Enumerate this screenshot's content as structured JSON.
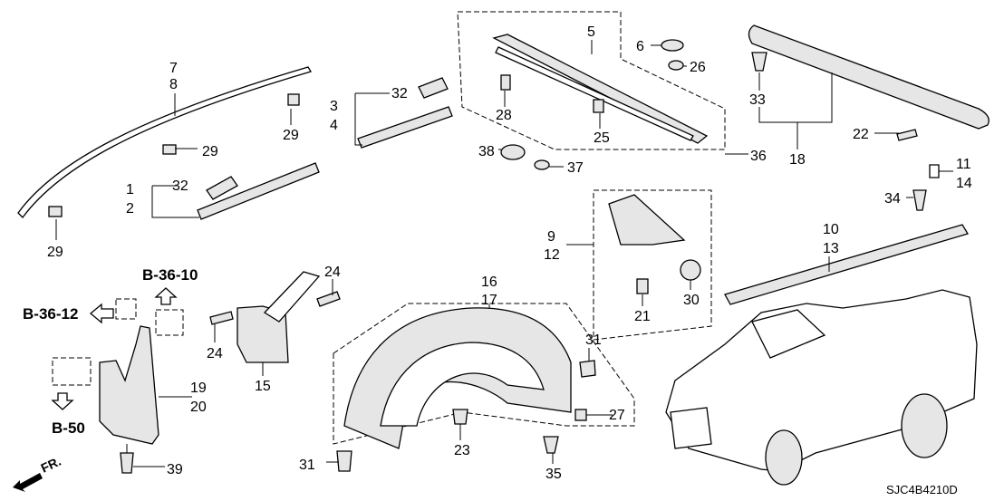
{
  "diagram": {
    "callouts": [
      "7",
      "8",
      "29",
      "29",
      "29",
      "32",
      "32",
      "3",
      "4",
      "1",
      "2",
      "5",
      "6",
      "26",
      "28",
      "25",
      "38",
      "37",
      "36",
      "33",
      "18",
      "22",
      "11",
      "14",
      "34",
      "10",
      "13",
      "9",
      "12",
      "21",
      "30",
      "16",
      "17",
      "24",
      "24",
      "15",
      "31",
      "31",
      "27",
      "23",
      "35",
      "19",
      "20",
      "39"
    ],
    "references": {
      "b3610": "B-36-10",
      "b3612": "B-36-12",
      "b50": "B-50"
    },
    "front_indicator": "FR.",
    "diagram_code": "SJC4B4210D"
  }
}
